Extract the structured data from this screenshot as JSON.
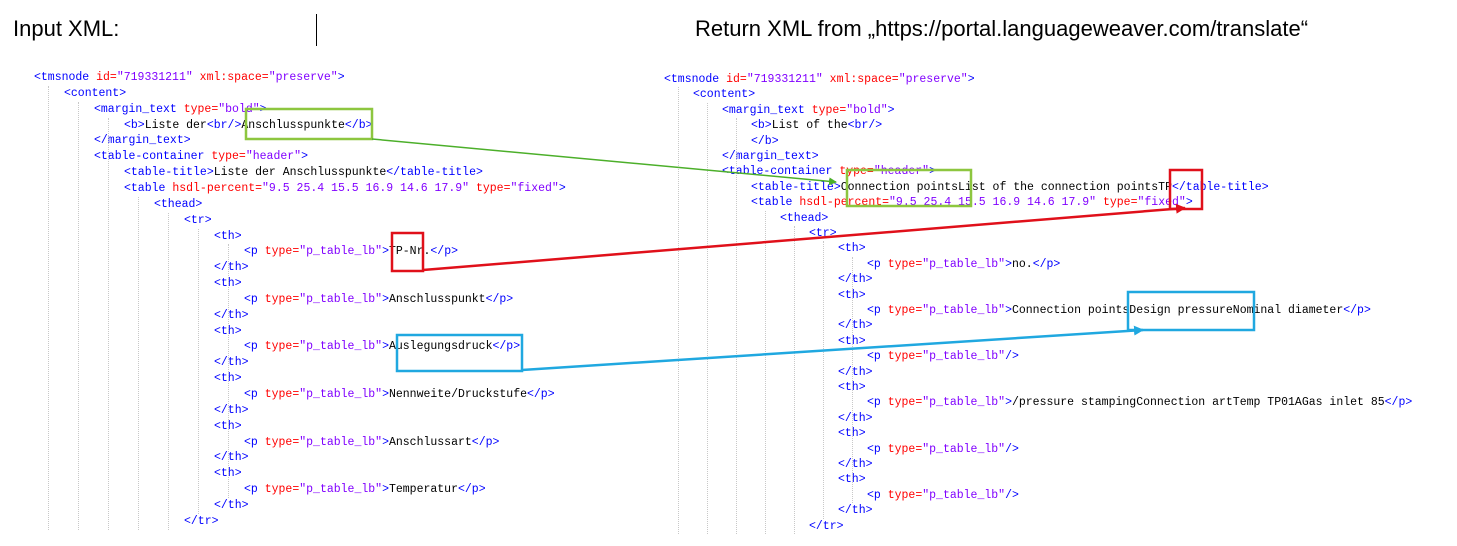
{
  "headings": {
    "left": "Input XML:",
    "right": "Return XML from „https://portal.languageweaver.com/translate“"
  },
  "colors": {
    "tag": "#0000ff",
    "attribute": "#ff0000",
    "value": "#8000ff",
    "text": "#000000",
    "green_highlight": "#8dc63f",
    "red_highlight": "#e0101a",
    "blue_highlight": "#20a8e0"
  },
  "input_xml": [
    {
      "indent": 0,
      "tokens": [
        {
          "t": "t",
          "s": "<tmsnode "
        },
        {
          "t": "a",
          "s": "id="
        },
        {
          "t": "v",
          "s": "\"719331211\""
        },
        {
          "t": "a",
          "s": " xml:space="
        },
        {
          "t": "v",
          "s": "\"preserve\""
        },
        {
          "t": "t",
          "s": ">"
        }
      ]
    },
    {
      "indent": 1,
      "tokens": [
        {
          "t": "t",
          "s": "<content>"
        }
      ]
    },
    {
      "indent": 2,
      "tokens": [
        {
          "t": "t",
          "s": "<margin_text "
        },
        {
          "t": "a",
          "s": "type="
        },
        {
          "t": "v",
          "s": "\"bold\""
        },
        {
          "t": "t",
          "s": ">"
        }
      ]
    },
    {
      "indent": 3,
      "tokens": [
        {
          "t": "t",
          "s": "<b>"
        },
        {
          "t": "x",
          "s": "Liste der"
        },
        {
          "t": "t",
          "s": "<br/>"
        },
        {
          "t": "x",
          "s": "Anschlusspunkte"
        },
        {
          "t": "t",
          "s": "</b>"
        }
      ]
    },
    {
      "indent": 2,
      "tokens": [
        {
          "t": "t",
          "s": "</margin_text>"
        }
      ]
    },
    {
      "indent": 2,
      "tokens": [
        {
          "t": "t",
          "s": "<table-container "
        },
        {
          "t": "a",
          "s": "type="
        },
        {
          "t": "v",
          "s": "\"header\""
        },
        {
          "t": "t",
          "s": ">"
        }
      ]
    },
    {
      "indent": 3,
      "tokens": [
        {
          "t": "t",
          "s": "<table-title>"
        },
        {
          "t": "x",
          "s": "Liste der Anschlusspunkte"
        },
        {
          "t": "t",
          "s": "</table-title>"
        }
      ]
    },
    {
      "indent": 3,
      "tokens": [
        {
          "t": "t",
          "s": "<table "
        },
        {
          "t": "a",
          "s": "hsdl-percent="
        },
        {
          "t": "v",
          "s": "\"9.5 25.4 15.5 16.9 14.6 17.9\""
        },
        {
          "t": "a",
          "s": " type="
        },
        {
          "t": "v",
          "s": "\"fixed\""
        },
        {
          "t": "t",
          "s": ">"
        }
      ]
    },
    {
      "indent": 4,
      "tokens": [
        {
          "t": "t",
          "s": "<thead>"
        }
      ]
    },
    {
      "indent": 5,
      "tokens": [
        {
          "t": "t",
          "s": "<tr>"
        }
      ]
    },
    {
      "indent": 6,
      "tokens": [
        {
          "t": "t",
          "s": "<th>"
        }
      ]
    },
    {
      "indent": 7,
      "tokens": [
        {
          "t": "t",
          "s": "<p "
        },
        {
          "t": "a",
          "s": "type="
        },
        {
          "t": "v",
          "s": "\"p_table_lb\""
        },
        {
          "t": "t",
          "s": ">"
        },
        {
          "t": "x",
          "s": "TP-Nr."
        },
        {
          "t": "t",
          "s": "</p>"
        }
      ]
    },
    {
      "indent": 6,
      "tokens": [
        {
          "t": "t",
          "s": "</th>"
        }
      ]
    },
    {
      "indent": 6,
      "tokens": [
        {
          "t": "t",
          "s": "<th>"
        }
      ]
    },
    {
      "indent": 7,
      "tokens": [
        {
          "t": "t",
          "s": "<p "
        },
        {
          "t": "a",
          "s": "type="
        },
        {
          "t": "v",
          "s": "\"p_table_lb\""
        },
        {
          "t": "t",
          "s": ">"
        },
        {
          "t": "x",
          "s": "Anschlusspunkt"
        },
        {
          "t": "t",
          "s": "</p>"
        }
      ]
    },
    {
      "indent": 6,
      "tokens": [
        {
          "t": "t",
          "s": "</th>"
        }
      ]
    },
    {
      "indent": 6,
      "tokens": [
        {
          "t": "t",
          "s": "<th>"
        }
      ]
    },
    {
      "indent": 7,
      "tokens": [
        {
          "t": "t",
          "s": "<p "
        },
        {
          "t": "a",
          "s": "type="
        },
        {
          "t": "v",
          "s": "\"p_table_lb\""
        },
        {
          "t": "t",
          "s": ">"
        },
        {
          "t": "x",
          "s": "Auslegungsdruck"
        },
        {
          "t": "t",
          "s": "</p>"
        }
      ]
    },
    {
      "indent": 6,
      "tokens": [
        {
          "t": "t",
          "s": "</th>"
        }
      ]
    },
    {
      "indent": 6,
      "tokens": [
        {
          "t": "t",
          "s": "<th>"
        }
      ]
    },
    {
      "indent": 7,
      "tokens": [
        {
          "t": "t",
          "s": "<p "
        },
        {
          "t": "a",
          "s": "type="
        },
        {
          "t": "v",
          "s": "\"p_table_lb\""
        },
        {
          "t": "t",
          "s": ">"
        },
        {
          "t": "x",
          "s": "Nennweite/Druckstufe"
        },
        {
          "t": "t",
          "s": "</p>"
        }
      ]
    },
    {
      "indent": 6,
      "tokens": [
        {
          "t": "t",
          "s": "</th>"
        }
      ]
    },
    {
      "indent": 6,
      "tokens": [
        {
          "t": "t",
          "s": "<th>"
        }
      ]
    },
    {
      "indent": 7,
      "tokens": [
        {
          "t": "t",
          "s": "<p "
        },
        {
          "t": "a",
          "s": "type="
        },
        {
          "t": "v",
          "s": "\"p_table_lb\""
        },
        {
          "t": "t",
          "s": ">"
        },
        {
          "t": "x",
          "s": "Anschlussart"
        },
        {
          "t": "t",
          "s": "</p>"
        }
      ]
    },
    {
      "indent": 6,
      "tokens": [
        {
          "t": "t",
          "s": "</th>"
        }
      ]
    },
    {
      "indent": 6,
      "tokens": [
        {
          "t": "t",
          "s": "<th>"
        }
      ]
    },
    {
      "indent": 7,
      "tokens": [
        {
          "t": "t",
          "s": "<p "
        },
        {
          "t": "a",
          "s": "type="
        },
        {
          "t": "v",
          "s": "\"p_table_lb\""
        },
        {
          "t": "t",
          "s": ">"
        },
        {
          "t": "x",
          "s": "Temperatur"
        },
        {
          "t": "t",
          "s": "</p>"
        }
      ]
    },
    {
      "indent": 6,
      "tokens": [
        {
          "t": "t",
          "s": "</th>"
        }
      ]
    },
    {
      "indent": 5,
      "tokens": [
        {
          "t": "t",
          "s": "</tr>"
        }
      ]
    }
  ],
  "return_xml": [
    {
      "indent": 0,
      "tokens": [
        {
          "t": "t",
          "s": "<tmsnode "
        },
        {
          "t": "a",
          "s": "id="
        },
        {
          "t": "v",
          "s": "\"719331211\""
        },
        {
          "t": "a",
          "s": " xml:space="
        },
        {
          "t": "v",
          "s": "\"preserve\""
        },
        {
          "t": "t",
          "s": ">"
        }
      ]
    },
    {
      "indent": 1,
      "tokens": [
        {
          "t": "t",
          "s": "<content>"
        }
      ]
    },
    {
      "indent": 2,
      "tokens": [
        {
          "t": "t",
          "s": "<margin_text "
        },
        {
          "t": "a",
          "s": "type="
        },
        {
          "t": "v",
          "s": "\"bold\""
        },
        {
          "t": "t",
          "s": ">"
        }
      ]
    },
    {
      "indent": 3,
      "tokens": [
        {
          "t": "t",
          "s": "<b>"
        },
        {
          "t": "x",
          "s": "List of the"
        },
        {
          "t": "t",
          "s": "<br/>"
        }
      ]
    },
    {
      "indent": 3,
      "tokens": [
        {
          "t": "t",
          "s": "</b>"
        }
      ]
    },
    {
      "indent": 2,
      "tokens": [
        {
          "t": "t",
          "s": "</margin_text>"
        }
      ]
    },
    {
      "indent": 2,
      "tokens": [
        {
          "t": "t",
          "s": "<table-container "
        },
        {
          "t": "a",
          "s": "type="
        },
        {
          "t": "v",
          "s": "\"header\""
        },
        {
          "t": "t",
          "s": ">"
        }
      ]
    },
    {
      "indent": 3,
      "tokens": [
        {
          "t": "t",
          "s": "<table-title>"
        },
        {
          "t": "x",
          "s": "Connection pointsList of the connection pointsTP"
        },
        {
          "t": "t",
          "s": "</table-title>"
        }
      ]
    },
    {
      "indent": 3,
      "tokens": [
        {
          "t": "t",
          "s": "<table "
        },
        {
          "t": "a",
          "s": "hsdl-percent="
        },
        {
          "t": "v",
          "s": "\"9.5 25.4 15.5 16.9 14.6 17.9\""
        },
        {
          "t": "a",
          "s": " type="
        },
        {
          "t": "v",
          "s": "\"fixed\""
        },
        {
          "t": "t",
          "s": ">"
        }
      ]
    },
    {
      "indent": 4,
      "tokens": [
        {
          "t": "t",
          "s": "<thead>"
        }
      ]
    },
    {
      "indent": 5,
      "tokens": [
        {
          "t": "t",
          "s": "<tr>"
        }
      ]
    },
    {
      "indent": 6,
      "tokens": [
        {
          "t": "t",
          "s": "<th>"
        }
      ]
    },
    {
      "indent": 7,
      "tokens": [
        {
          "t": "t",
          "s": "<p "
        },
        {
          "t": "a",
          "s": "type="
        },
        {
          "t": "v",
          "s": "\"p_table_lb\""
        },
        {
          "t": "t",
          "s": ">"
        },
        {
          "t": "x",
          "s": "no."
        },
        {
          "t": "t",
          "s": "</p>"
        }
      ]
    },
    {
      "indent": 6,
      "tokens": [
        {
          "t": "t",
          "s": "</th>"
        }
      ]
    },
    {
      "indent": 6,
      "tokens": [
        {
          "t": "t",
          "s": "<th>"
        }
      ]
    },
    {
      "indent": 7,
      "tokens": [
        {
          "t": "t",
          "s": "<p "
        },
        {
          "t": "a",
          "s": "type="
        },
        {
          "t": "v",
          "s": "\"p_table_lb\""
        },
        {
          "t": "t",
          "s": ">"
        },
        {
          "t": "x",
          "s": "Connection pointsDesign pressureNominal diameter"
        },
        {
          "t": "t",
          "s": "</p>"
        }
      ]
    },
    {
      "indent": 6,
      "tokens": [
        {
          "t": "t",
          "s": "</th>"
        }
      ]
    },
    {
      "indent": 6,
      "tokens": [
        {
          "t": "t",
          "s": "<th>"
        }
      ]
    },
    {
      "indent": 7,
      "tokens": [
        {
          "t": "t",
          "s": "<p "
        },
        {
          "t": "a",
          "s": "type="
        },
        {
          "t": "v",
          "s": "\"p_table_lb\""
        },
        {
          "t": "t",
          "s": "/>"
        }
      ]
    },
    {
      "indent": 6,
      "tokens": [
        {
          "t": "t",
          "s": "</th>"
        }
      ]
    },
    {
      "indent": 6,
      "tokens": [
        {
          "t": "t",
          "s": "<th>"
        }
      ]
    },
    {
      "indent": 7,
      "tokens": [
        {
          "t": "t",
          "s": "<p "
        },
        {
          "t": "a",
          "s": "type="
        },
        {
          "t": "v",
          "s": "\"p_table_lb\""
        },
        {
          "t": "t",
          "s": ">"
        },
        {
          "t": "x",
          "s": "/pressure stampingConnection artTemp TP01AGas inlet 85"
        },
        {
          "t": "t",
          "s": "</p>"
        }
      ]
    },
    {
      "indent": 6,
      "tokens": [
        {
          "t": "t",
          "s": "</th>"
        }
      ]
    },
    {
      "indent": 6,
      "tokens": [
        {
          "t": "t",
          "s": "<th>"
        }
      ]
    },
    {
      "indent": 7,
      "tokens": [
        {
          "t": "t",
          "s": "<p "
        },
        {
          "t": "a",
          "s": "type="
        },
        {
          "t": "v",
          "s": "\"p_table_lb\""
        },
        {
          "t": "t",
          "s": "/>"
        }
      ]
    },
    {
      "indent": 6,
      "tokens": [
        {
          "t": "t",
          "s": "</th>"
        }
      ]
    },
    {
      "indent": 6,
      "tokens": [
        {
          "t": "t",
          "s": "<th>"
        }
      ]
    },
    {
      "indent": 7,
      "tokens": [
        {
          "t": "t",
          "s": "<p "
        },
        {
          "t": "a",
          "s": "type="
        },
        {
          "t": "v",
          "s": "\"p_table_lb\""
        },
        {
          "t": "t",
          "s": "/>"
        }
      ]
    },
    {
      "indent": 6,
      "tokens": [
        {
          "t": "t",
          "s": "</th>"
        }
      ]
    },
    {
      "indent": 5,
      "tokens": [
        {
          "t": "t",
          "s": "</tr>"
        }
      ]
    }
  ]
}
